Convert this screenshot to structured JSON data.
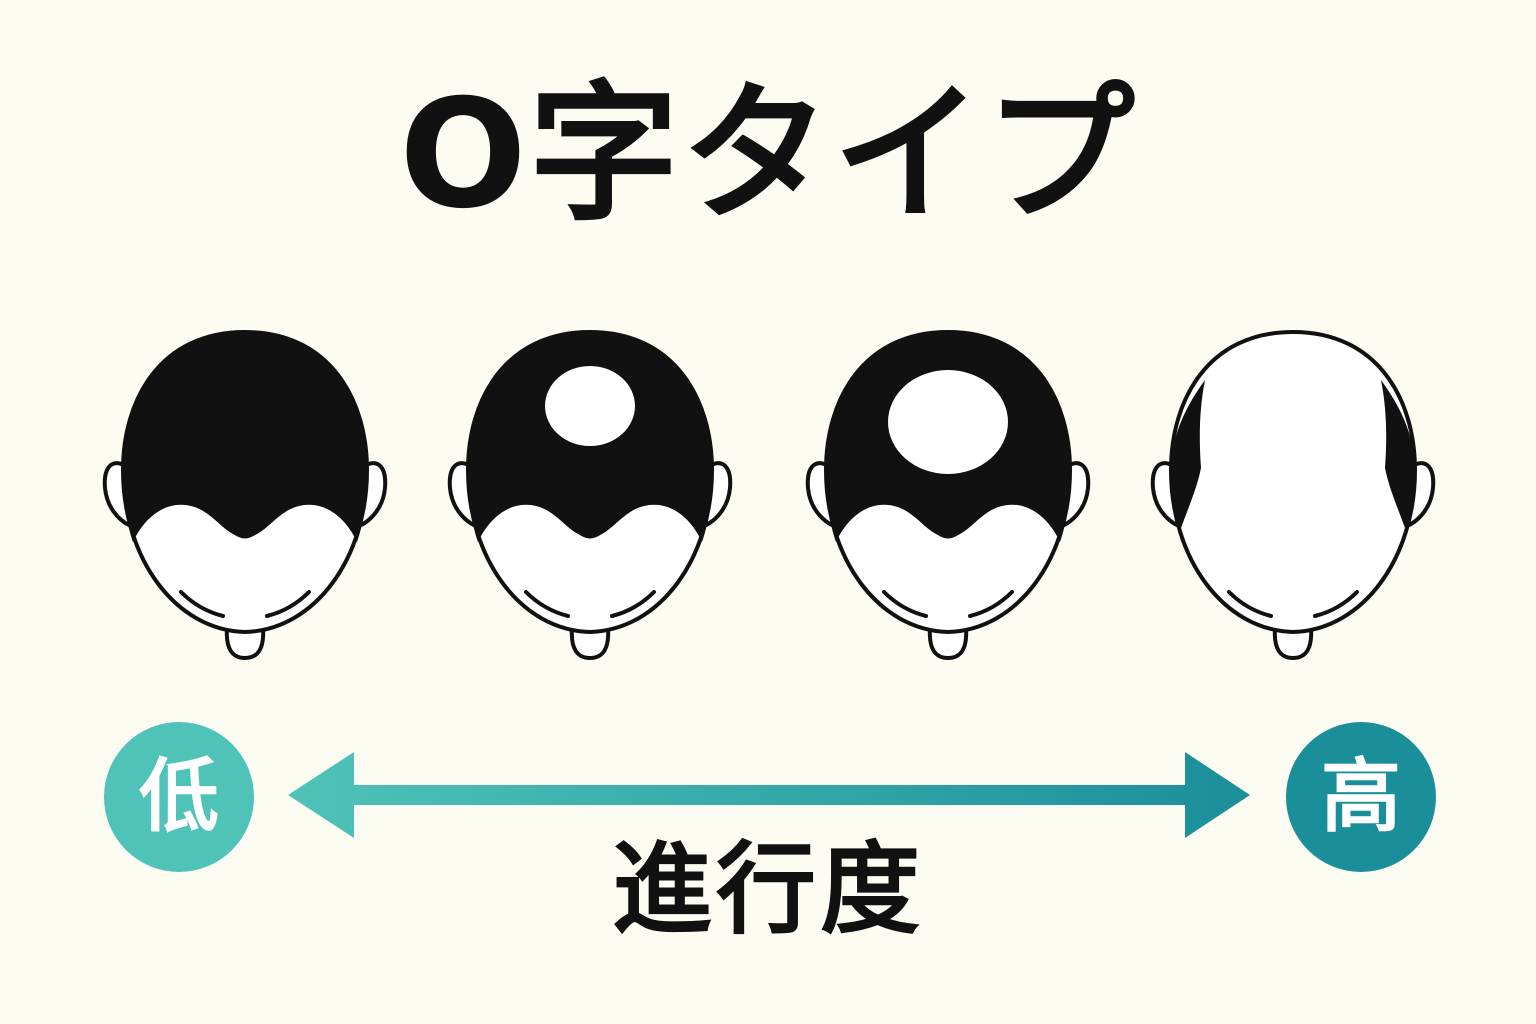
{
  "title": "O字タイプ",
  "stages": [
    {
      "name": "stage-1",
      "crown_bald_fraction": 0.0
    },
    {
      "name": "stage-2",
      "crown_bald_fraction": 0.25
    },
    {
      "name": "stage-3",
      "crown_bald_fraction": 0.45
    },
    {
      "name": "stage-4",
      "crown_bald_fraction": 1.0
    }
  ],
  "scale": {
    "low_label": "低",
    "high_label": "高",
    "axis_label": "進行度"
  },
  "colors": {
    "background": "#fdfcf3",
    "hair": "#111111",
    "low": "#4fc3b8",
    "high": "#1a8f9a"
  }
}
